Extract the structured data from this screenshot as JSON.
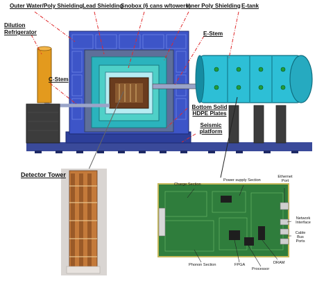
{
  "colors": {
    "outer_shield": "#3d55c8",
    "outer_shield_dark": "#2a3a8e",
    "lead": "#5e6f9a",
    "inner_poly": "#2bb3bd",
    "snobox": "#4fd0c8",
    "core": "#b7ecf2",
    "etank": "#2dbfd6",
    "etank_dark": "#168ca2",
    "dilution": "#e39a1e",
    "leader": "#e0292b",
    "ground": "#3a4a9a",
    "stand": "#3c3c3c"
  },
  "labels": {
    "outer_shield": "Outer Water/Poly Shielding",
    "lead": "Lead Shielding",
    "snobox": "Snobox (6 cans w/towers)",
    "inner_poly": "Inner Poly Shielding",
    "etank": "E-tank",
    "dilution_line1": "Dilution",
    "dilution_line2": "Refrigerator",
    "estem": "E-Stem",
    "cstem": "C-Stem",
    "hdpe": "Bottom Solid HDPE Plates",
    "seismic": "Seismic platform",
    "detector_tower": "Detector Tower"
  },
  "board_labels": {
    "charge": "Charge Section",
    "power": "Power supply Section",
    "ethernet": "Ethernet Port",
    "network": "Network Interface",
    "cable": "Cable Bus Ports",
    "phonon": "Phonon Section",
    "fpga": "FPGA",
    "processor": "Processor",
    "dram": "DRAM"
  }
}
